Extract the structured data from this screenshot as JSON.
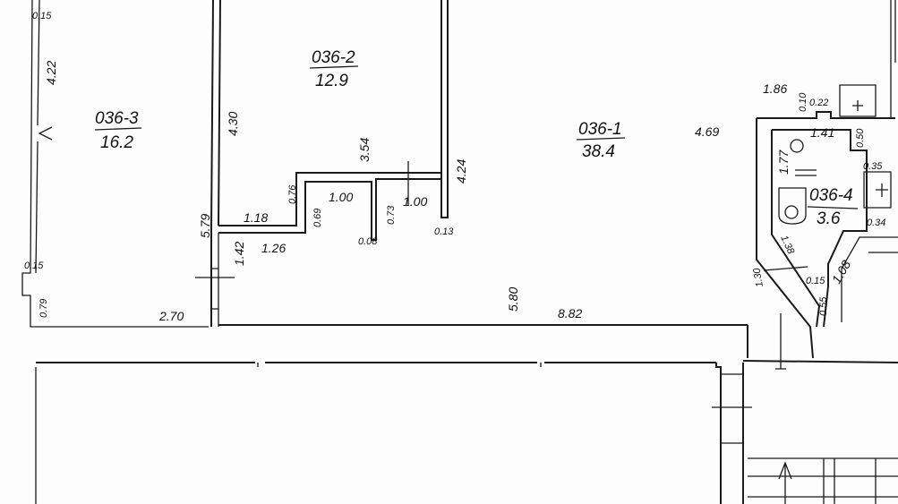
{
  "rooms": [
    {
      "id": "036-1",
      "area": "38.4"
    },
    {
      "id": "036-2",
      "area": "12.9"
    },
    {
      "id": "036-3",
      "area": "16.2"
    },
    {
      "id": "036-4",
      "area": "3.6"
    }
  ],
  "dimensions": {
    "d015a": "0.15",
    "d422": "4.22",
    "d015b": "0.15",
    "d079": "0.79",
    "d270": "2.70",
    "d579": "5.79",
    "d430": "4.30",
    "d118": "1.18",
    "d142": "1.42",
    "d126": "1.26",
    "d076": "0.76",
    "d069": "0.69",
    "d100a": "1.00",
    "d354": "3.54",
    "d073": "0.73",
    "d100b": "1.00",
    "d008": "0.08",
    "d424": "4.24",
    "d013": "0.13",
    "d580": "5.80",
    "d882": "8.82",
    "d469": "4.69",
    "d186": "1.86",
    "d010": "0.10",
    "d022": "0.22",
    "d141": "1.41",
    "d050": "0.50",
    "d177": "1.77",
    "d035": "0.35",
    "d034": "0.34",
    "d138": "1.38",
    "d130": "1.30",
    "d108": "1.08",
    "d015c": "0.15",
    "d055": "0.55"
  }
}
